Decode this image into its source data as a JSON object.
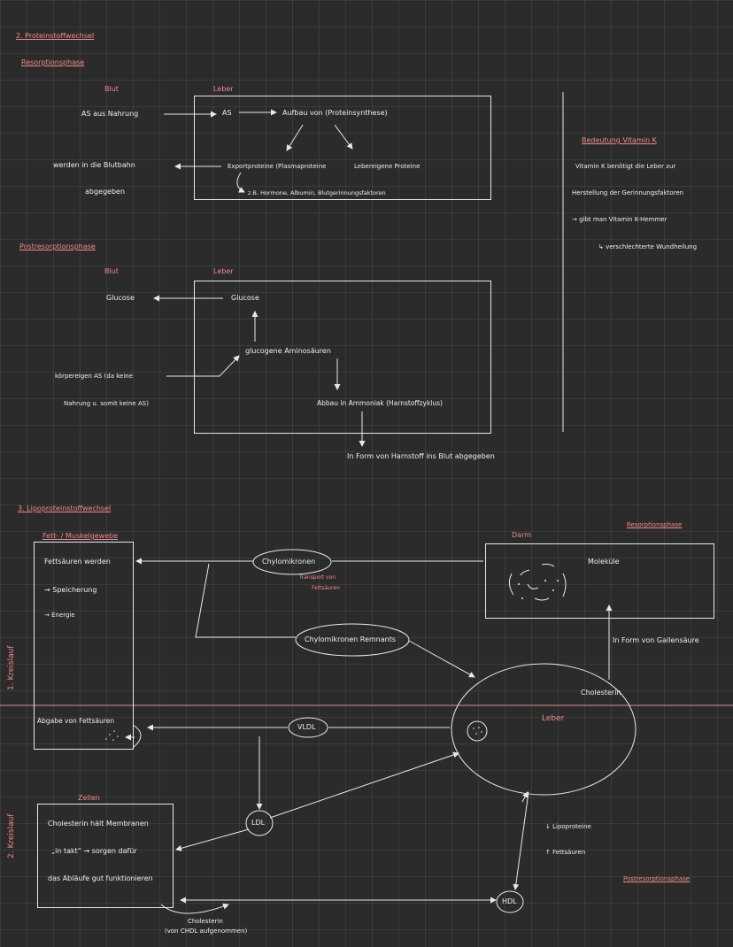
{
  "section1": {
    "title": "2. Proteinstoffwechsel",
    "phase_resorption": "Resorptionsphase",
    "blut": "Blut",
    "leber": "Leber",
    "as_nahrung": "AS aus Nahrung",
    "as": "AS",
    "aufbau": "Aufbau von (Proteinsynthese)",
    "exportproteine": "Exportproteine (Plasmaproteine",
    "lebereigene": "Lebereigene Proteine",
    "beispiele": "z.B. Hormone, Albumin, Blutgerinnungsfaktoren",
    "werden": "werden in die Blutbahn",
    "abgegeben": "abgegeben",
    "phase_post": "Postresorptionsphase",
    "blut2": "Blut",
    "leber2": "Leber",
    "glucose_blut": "Glucose",
    "glucose_leber": "Glucose",
    "glucogene": "glucogene Aminosäuren",
    "koerpereigen": "körpereigen AS (da keine",
    "nahrung": "Nahrung u. somit keine AS)",
    "abbau": "Abbau in Ammoniak (Harnstoffzyklus)",
    "harnstoff": "In Form von Harnstoff ins Blut abgegeben"
  },
  "vitamin": {
    "title": "Bedeutung Vitamin K",
    "line1": "Vitamin K benötigt die Leber zur",
    "line2": "Herstellung der Gerinnungsfaktoren",
    "line3": "→ gibt man Vitamin K-Hemmer",
    "line4": "↳ verschlechterte Wundheilung"
  },
  "section2": {
    "title": "3. Lipoproteinstoffwechsel",
    "fettgewebe": "Fett- / Muskelgewebe",
    "fettsaeuren_werden": "Fettsäuren werden",
    "speicherung": "→ Speicherung",
    "energie": "→ Energie",
    "abgabe": "Abgabe von Fettsäuren",
    "chylomikronen": "Chylomikronen",
    "transport1": "Transport von",
    "transport2": "Fettsäuren",
    "darm": "Darm",
    "resorptionsphase": "Resorptionsphase",
    "molekuele": "Moleküle",
    "remnants": "Chylomikronen Remnants",
    "gallensaeure": "In Form von Gallensäure",
    "cholesterin": "Cholesterin",
    "kreislauf1": "1. Kreislauf",
    "vldl": "VLDL",
    "leber": "Leber",
    "kreislauf2": "2. Kreislauf",
    "zellen": "Zellen",
    "chol_halt": "Cholesterin hält Membranen",
    "in_takt": "„in takt“ → sorgen dafür",
    "abläufe": "das Abläufe gut funktionieren",
    "ldl": "LDL",
    "lipoproteine": "↓ Lipoproteine",
    "fettsaeuren": "↑ Fettsäuren",
    "postresorptionsphase": "Postresorptionsphase",
    "hdl": "HDL",
    "chol_bottom1": "Cholesterin",
    "chol_bottom2": "(von CHDL aufgenommen)"
  }
}
